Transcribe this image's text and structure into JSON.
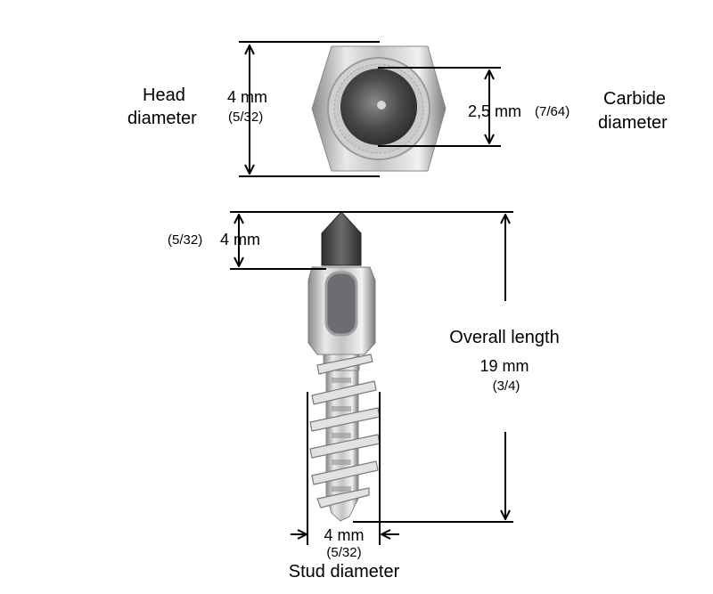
{
  "head": {
    "label_line1": "Head",
    "label_line2": "diameter",
    "value_mm": "4 mm",
    "value_in": "(5/32)"
  },
  "carbide": {
    "value_mm": "2,5 mm",
    "value_in": "(7/64)",
    "label_line1": "Carbide",
    "label_line2": "diameter"
  },
  "tip": {
    "value_in": "(5/32)",
    "value_mm": "4 mm"
  },
  "overall": {
    "label": "Overall length",
    "value_mm": "19 mm",
    "value_in": "(3/4)"
  },
  "stud": {
    "value_mm": "4 mm",
    "value_in": "(5/32)",
    "label": "Stud diameter"
  },
  "colors": {
    "line": "#000000",
    "metal_light": "#e6e6e6",
    "metal_mid": "#b4b4b4",
    "metal_dark": "#6e6e6e",
    "carbide": "#3c3c3c"
  }
}
